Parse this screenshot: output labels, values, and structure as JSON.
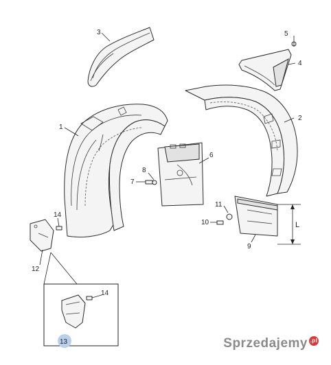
{
  "callouts": {
    "c1": "1",
    "c2": "2",
    "c3": "3",
    "c4": "4",
    "c5": "5",
    "c6": "6",
    "c7": "7",
    "c8": "8",
    "c9": "9",
    "c10": "10",
    "c11": "11",
    "c12": "12",
    "c13": "13",
    "c14a": "14",
    "c14b": "14"
  },
  "dimension_label": "L",
  "watermark": {
    "text": "Sprzedajemy",
    "suffix": ".pl"
  },
  "colors": {
    "highlight_badge": "#b9d0ec",
    "watermark_badge": "#d63b3b"
  }
}
